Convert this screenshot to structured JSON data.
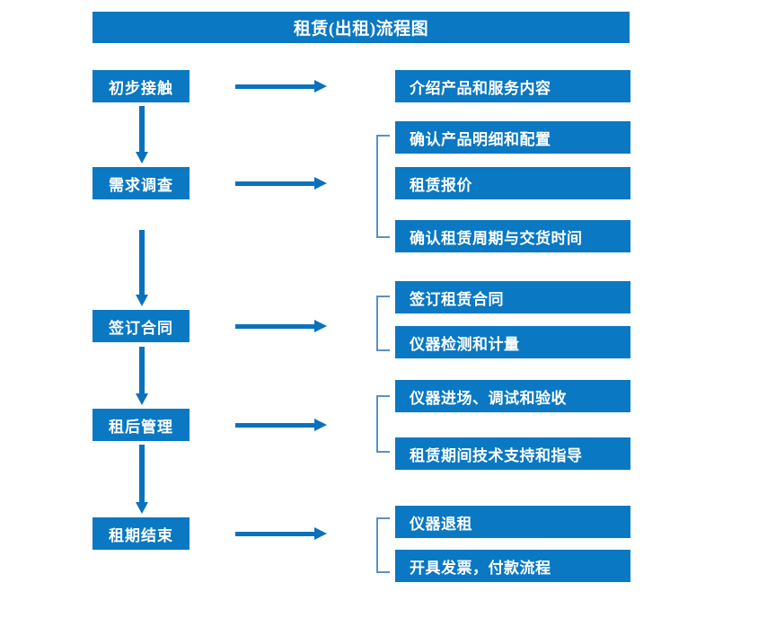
{
  "diagram": {
    "title": "租赁(出租)流程图",
    "accent_color": "#0A78C2",
    "arrow_color": "#0A72BD",
    "bracket_color": "#5B8FC4",
    "text_color": "#FFFFFF",
    "background_color": "#FFFFFF"
  },
  "stages": [
    {
      "id": "stage-1",
      "label": "初步接触"
    },
    {
      "id": "stage-2",
      "label": "需求调查"
    },
    {
      "id": "stage-3",
      "label": "签订合同"
    },
    {
      "id": "stage-4",
      "label": "租后管理"
    },
    {
      "id": "stage-5",
      "label": "租期结束"
    }
  ],
  "details": {
    "group_1": [
      {
        "label": "介绍产品和服务内容"
      }
    ],
    "group_2": [
      {
        "label": "确认产品明细和配置"
      },
      {
        "label": "租赁报价"
      },
      {
        "label": "确认租赁周期与交货时间"
      }
    ],
    "group_3": [
      {
        "label": "签订租赁合同"
      },
      {
        "label": "仪器检测和计量"
      }
    ],
    "group_4": [
      {
        "label": "仪器进场、调试和验收"
      },
      {
        "label": "租赁期间技术支持和指导"
      }
    ],
    "group_5": [
      {
        "label": "仪器退租"
      },
      {
        "label": "开具发票，付款流程"
      }
    ]
  },
  "connectors": {
    "horizontal_arrow_icon": "arrow-right-icon",
    "vertical_arrow_icon": "arrow-down-icon",
    "bracket_icon": "group-bracket-icon"
  }
}
